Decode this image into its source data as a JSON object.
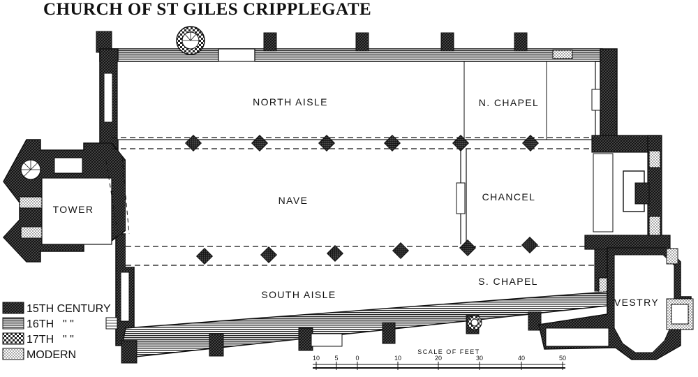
{
  "title": "CHURCH OF ST GILES  CRIPPLEGATE",
  "labels": {
    "north_aisle": "NORTH  AISLE",
    "n_chapel": "N. CHAPEL",
    "nave": "NAVE",
    "chancel": "CHANCEL",
    "tower": "TOWER",
    "south_aisle": "SOUTH  AISLE",
    "s_chapel": "S. CHAPEL",
    "vestry": "VESTRY"
  },
  "legend": [
    {
      "label": "15TH CENTURY",
      "pattern": "cross-hatch"
    },
    {
      "label": "16TH",
      "pattern": "horizontal-hatch"
    },
    {
      "label": "17TH",
      "pattern": "checker"
    },
    {
      "label": "MODERN",
      "pattern": "dotted"
    }
  ],
  "scale": {
    "title": "SCALE  OF  FEET",
    "ticks": [
      "10",
      "5",
      "0",
      "10",
      "20",
      "30",
      "40",
      "50"
    ]
  }
}
